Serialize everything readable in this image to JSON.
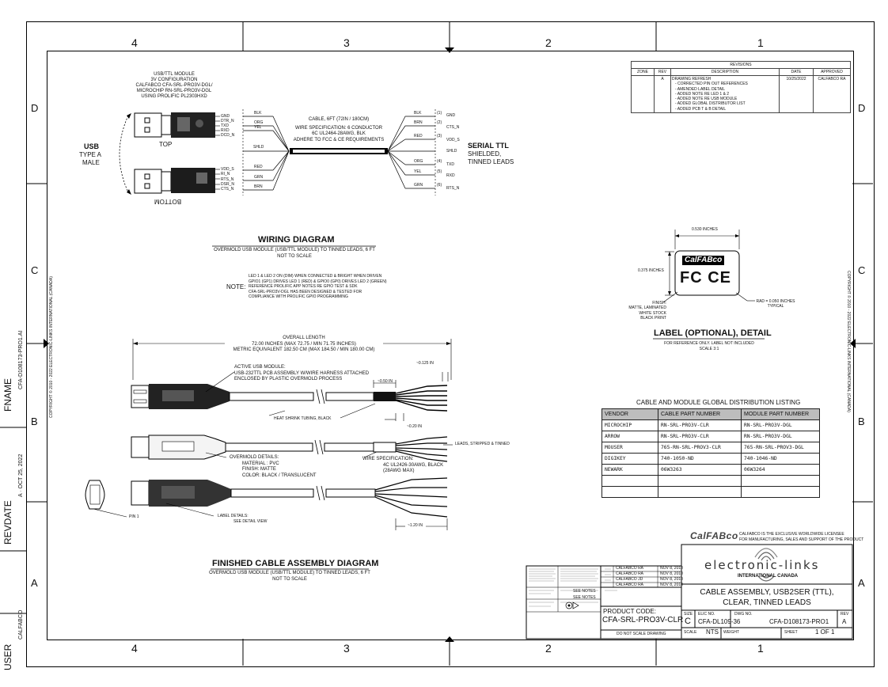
{
  "zones": {
    "cols": [
      "4",
      "3",
      "2",
      "1"
    ],
    "rows": [
      "D",
      "C",
      "B",
      "A"
    ]
  },
  "side_labels": {
    "fname_label": "FNAME",
    "fname_value": "CFA-D108173-PRO1.AI",
    "revdate_label": "REVDATE",
    "revdate_value": "A · OCT 25, 2022",
    "user_label": "USER",
    "user_value": "CALFABCO",
    "copyright_left": "COPYRIGHT © 2010 - 2022 ELECTRONIC-LINKS INTERNATIONAL (CANADA)",
    "copyright_right": "COPYRIGHT © 2010 - 2022 ELECTRONIC-LINKS INTERNATIONAL (CANADA)"
  },
  "revisions": {
    "title": "REVISIONS",
    "headers": [
      "ZONE",
      "REV",
      "DESCRIPTION",
      "DATE",
      "APPROVED"
    ],
    "rev": "A",
    "description": [
      "DRAWING REFRESH",
      "- CORRECTED PIN OUT REFERENCES",
      "- AMENDED LABEL DETAIL",
      "- ADDED NOTE RE LED 1 & 2",
      "- ADDED NOTE RE USB MODULE",
      "- ADDED GLOBAL DISTRIBUTOR LIST",
      "- ADDED PCB T & B DETAIL"
    ],
    "date": "10/25/2022",
    "approved": "CALFABCO RA"
  },
  "wiring": {
    "module_title": [
      "USB/TTL MODULE",
      "3V CONFIGURATION",
      "CALFABCO CFA-SRL-PRO3V-DGL/",
      "MICROCHIP RN-SRL-PRO3V-DGL",
      "USING PROLIFIC PL2303HXD"
    ],
    "usb_label": "USB",
    "usb_type": "TYPE A",
    "usb_male": "MALE",
    "top_label": "TOP",
    "bottom_label": "BOTTOM",
    "top_pins": [
      "GND",
      "DTR_N",
      "TXD",
      "RXD",
      "DCD_N"
    ],
    "top_wires": [
      "BLK",
      "ORG",
      "YEL"
    ],
    "shld": "SHLD",
    "bottom_pins": [
      "VDD_S",
      "RI_N",
      "RTS_N",
      "DSR_N",
      "CTS_N"
    ],
    "bottom_wires": [
      "RED",
      "GRN",
      "BRN"
    ],
    "cable_title": "CABLE, 6FT (72IN / 180CM)",
    "cable_spec": [
      "WIRE SPECIFICATION: 6 CONDUCTOR",
      "6C UL2464-28AWG, BLK",
      "ADHERE TO FCC & CE REQUIREMENTS"
    ],
    "right_pins": [
      {
        "n": "(1)",
        "color": "BLK",
        "sig": "GND"
      },
      {
        "n": "(2)",
        "color": "BRN",
        "sig": "CTS_N"
      },
      {
        "n": "(3)",
        "color": "RED",
        "sig": "VDD_S"
      },
      {
        "n": "",
        "color": "",
        "sig": "SHLD"
      },
      {
        "n": "(4)",
        "color": "ORG",
        "sig": "TXD"
      },
      {
        "n": "(5)",
        "color": "YEL",
        "sig": "RXD"
      },
      {
        "n": "(6)",
        "color": "GRN",
        "sig": "RTS_N"
      }
    ],
    "serial_title": "SERIAL TTL",
    "serial_sub": [
      "SHIELDED,",
      "TINNED LEADS"
    ],
    "diagram_title": "WIRING DIAGRAM",
    "diagram_sub": [
      "OVERMOLD USB MODULE (USB/TTL MODULE) TO TINNED LEADS, 6 FT",
      "NOT TO SCALE"
    ],
    "note_label": "NOTE:",
    "note_lines": [
      "LED 1 & LED 2 ON (DIM) WHEN CONNECTED & BRIGHT WHEN DRIVEN",
      "GPIO1 (GP1) DRIVES LED 1 (RED) & GPIO0 (GP0) DRIVES LED 2 (GREEN)",
      "REFERENCE PROLIFIC APP NOTES RE GPIO TEST & SDK",
      "CFA-SRL-PRO3V-DGL HAS BEEN DESIGNED & TESTED FOR",
      "COMPLIANCE WITH PROLIFIC GPIO PROGRAMMING"
    ]
  },
  "label_detail": {
    "width": "0.530 INCHES",
    "height": "0.375 INCHES",
    "brand": "CalFABco",
    "marks": "FC CE",
    "finish": [
      "FINISH:",
      "MATTE, LAMINATED",
      "WHITE STOCK",
      "BLACK PRINT"
    ],
    "radius": [
      "RAD = 0.050 INCHES",
      "TYPICAL"
    ],
    "title": "LABEL (OPTIONAL), DETAIL",
    "sub": [
      "FOR REFERENCE ONLY.  LABEL NOT INCLUDED",
      "SCALE 3:1"
    ]
  },
  "assembly": {
    "overall": [
      "OVERALL LENGTH",
      "72.00 INCHES  (MAX 72.75 / MIN  71.75 INCHES)",
      "METRIC EQUIVALENT  182.50  CM  (MAX 184.50 / MIN 180.00 CM)"
    ],
    "active_module": [
      "ACTIVE USB MODULE:",
      "USB-232TTL PCB ASSEMBLY W/WIRE HARNESS ATTACHED",
      "ENCLOSED BY PLASTIC OVERMOLD PROCESS"
    ],
    "dim_0125": "~0.125 IN",
    "dim_050": "~0.50 IN",
    "heat_shrink": "HEAT SHRINK TUBING, BLACK",
    "dim_020": "~0.20 IN",
    "leads": "LEADS, STRIPPED & TINNED",
    "overmold": [
      "OVERMOLD DETAILS:",
      "MATERIAL : PVC",
      "FINISH: MATTE",
      "COLOR: BLACK / TRANSLUCENT"
    ],
    "wire_spec": [
      "WIRE SPECIFICATION:",
      "4C UL2426-30AWG, BLACK",
      "(28AWG MAX)"
    ],
    "pin1": "PIN 1",
    "label_details": [
      "LABEL DETAILS:",
      "SEE DETAIL VIEW"
    ],
    "dim_120": "~1.20 IN",
    "title": "FINISHED CABLE ASSEMBLY DIAGRAM",
    "sub": [
      "OVERMOLD USB MODULE (USB/TTL MODULE) TO TINNED LEADS, 6 FT",
      "NOT TO SCALE"
    ]
  },
  "distribution": {
    "title": "CABLE AND MODULE GLOBAL DISTRIBUTION LISTING",
    "headers": [
      "VENDOR",
      "CABLE PART NUMBER",
      "MODULE PART NUMBER"
    ],
    "rows": [
      [
        "MICROCHIP",
        "RN-SRL-PRO3V-CLR",
        "RN-SRL-PRO3V-DGL"
      ],
      [
        "ARROW",
        "RN-SRL-PRO3V-CLR",
        "RN-SRL-PRO3V-DGL"
      ],
      [
        "MOUSER",
        "765-RN-SRL-PROV3-CLR",
        "765-RN-SRL-PROV3-DGL"
      ],
      [
        "DIGIKEY",
        "740-1050-ND",
        "740-1046-ND"
      ],
      [
        "NEWARK",
        "06W3263",
        "06W3264"
      ],
      [
        "",
        "",
        ""
      ],
      [
        "",
        "",
        ""
      ]
    ]
  },
  "title_block": {
    "licensee_brand": "CalFABco",
    "licensee_text": [
      "CALFABCO IS THE EXCLUSIVE WORLDWIDE LICENSEE",
      "FOR MANUFACTURING, SALES AND SUPPORT OF THE PRODUCT"
    ],
    "company": "electronic-links",
    "company_sub": "INTERNATIONAL CANADA",
    "title": [
      "CABLE ASSEMBLY, USB2SER (TTL),",
      "CLEAR, TINNED LEADS"
    ],
    "product_code_label": "PRODUCT CODE:",
    "product_code": "CFA-SRL-PRO3V-CLR",
    "size_label": "SIZE",
    "size": "C",
    "elic_label": "ELIC NO.",
    "elic": "CFA-DL109-36",
    "dwg_label": "DWG NO.",
    "dwg": "CFA-D108173-PRO1",
    "rev_label": "REV",
    "rev": "A",
    "scale_label": "SCALE",
    "scale": "NTS",
    "weight_label": "WEIGHT",
    "sheet_label": "SHEET",
    "sheet": "1 OF 1",
    "do_not_scale": "DO NOT SCALE DRAWING",
    "see_notes": "SEE NOTES",
    "approvals": [
      [
        "CALFABCO RA",
        "NOV 8, 2010"
      ],
      [
        "CALFABCO RA",
        "NOV 8, 2010"
      ],
      [
        "CALFABCO JD",
        "NOV 8, 2010"
      ],
      [
        "CALFABCO RA",
        "NOV 8, 2010"
      ]
    ]
  }
}
